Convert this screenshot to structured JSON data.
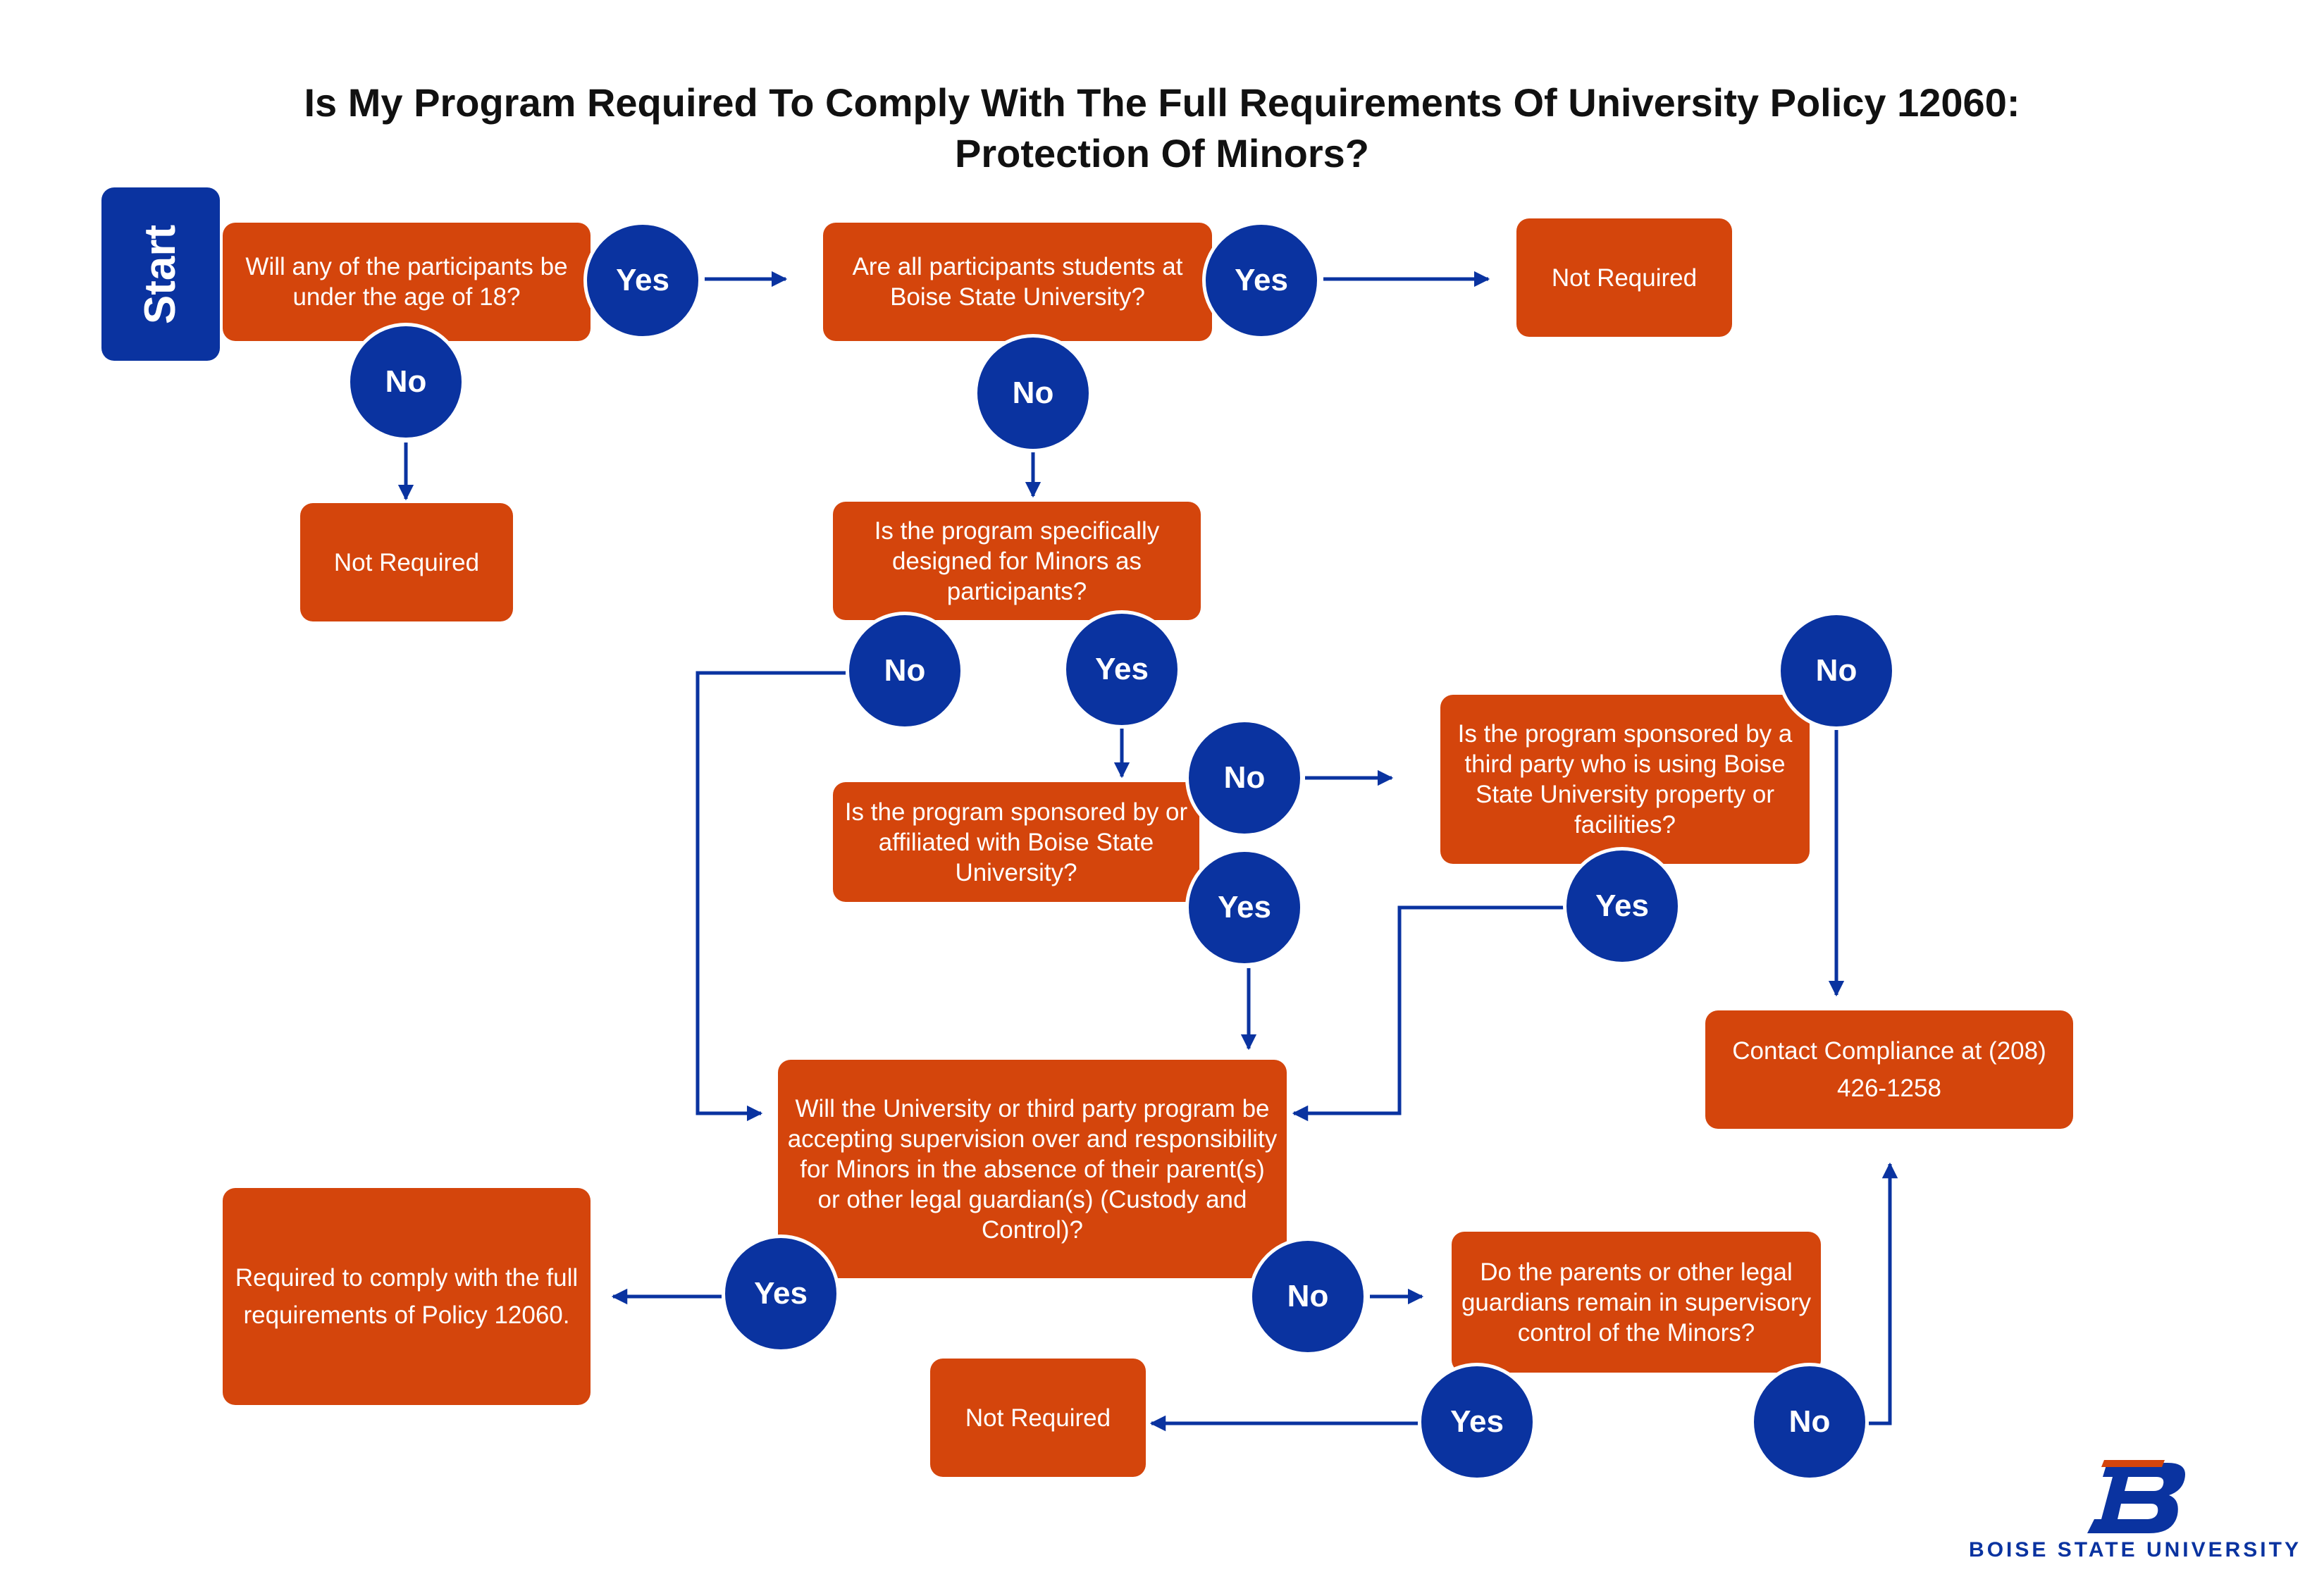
{
  "title": {
    "line1": "Is My Program Required To Comply With The Full Requirements Of University Policy 12060:",
    "line2": "Protection Of Minors?"
  },
  "start_label": "Start",
  "colors": {
    "box": "#d4450c",
    "circle": "#0a33a0",
    "connector": "#0a33a0",
    "title": "#111111"
  },
  "nodes": {
    "q1": "Will any of the participants be under the age of 18?",
    "q2": "Are all participants students at Boise State University?",
    "not_required_1": "Not Required",
    "not_required_2": "Not Required",
    "q3": "Is the program specifically designed for Minors as participants?",
    "q4": "Is the program sponsored by or affiliated with Boise State University?",
    "q5": "Is the program sponsored by a third party who is using Boise State University property or facilities?",
    "contact": "Contact Compliance at (208) 426-1258",
    "q6": "Will the University or third party program be accepting supervision over and responsibility for Minors in the absence of their parent(s) or other legal guardian(s) (Custody and Control)?",
    "required": "Required to comply with the full requirements of Policy 12060.",
    "q7": "Do the parents or other legal guardians remain in supervisory control of the Minors?",
    "not_required_3": "Not Required"
  },
  "answers": {
    "q1_yes": "Yes",
    "q1_no": "No",
    "q2_yes": "Yes",
    "q2_no": "No",
    "q3_no": "No",
    "q3_yes": "Yes",
    "q4_no": "No",
    "q4_yes": "Yes",
    "q5_no": "No",
    "q5_yes": "Yes",
    "q6_yes": "Yes",
    "q6_no": "No",
    "q7_yes": "Yes",
    "q7_no": "No"
  },
  "logo": {
    "mark": "B",
    "text": "BOISE STATE UNIVERSITY"
  }
}
